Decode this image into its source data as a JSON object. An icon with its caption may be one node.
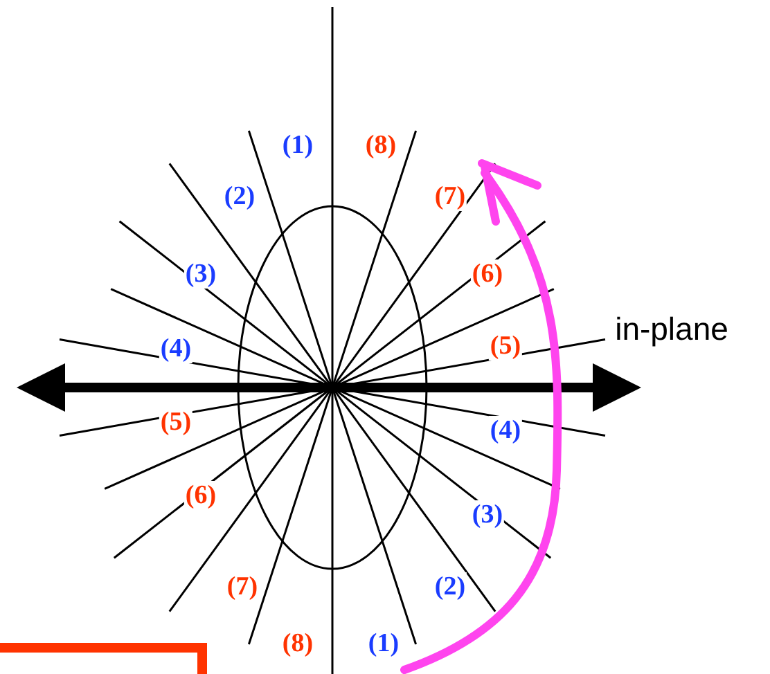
{
  "diagram": {
    "labels": [
      "(1)",
      "(8)",
      "(2)",
      "(7)",
      "(3)",
      "(6)",
      "in-plane",
      "(4)",
      "(5)",
      "(5)",
      "(4)",
      "(6)",
      "(3)",
      "(7)",
      "(2)",
      "(8)",
      "(1)"
    ]
  }
}
